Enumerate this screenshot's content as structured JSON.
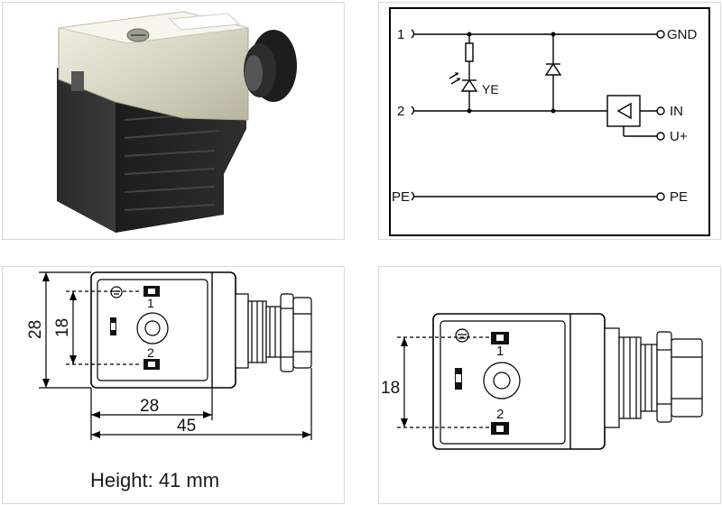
{
  "schematic": {
    "pin1": "1",
    "pin2": "2",
    "pe_left": "PE",
    "gnd": "GND",
    "in": "IN",
    "u_plus": "U+",
    "pe_right": "PE",
    "led_label": "YE"
  },
  "dim_front": {
    "pin1": "1",
    "pin2": "2",
    "dim_height_outer": "28",
    "dim_height_inner": "18",
    "dim_width_28": "28",
    "dim_width_45": "45"
  },
  "dim_side": {
    "pin1": "1",
    "pin2": "2",
    "dim_height": "18"
  },
  "caption": {
    "height": "Height: 41 mm"
  }
}
